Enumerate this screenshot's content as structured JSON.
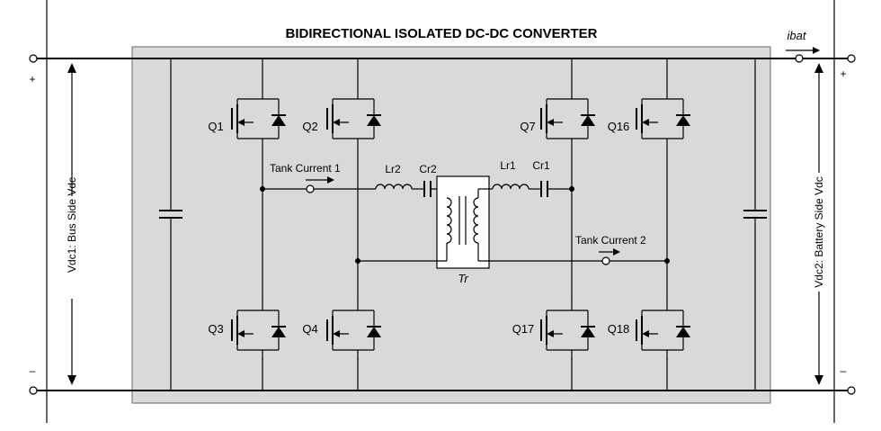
{
  "diagram": {
    "title": "BIDIRECTIONAL ISOLATED DC-DC CONVERTER",
    "left_port": {
      "plus": "+",
      "minus": "–",
      "label": "Vdc1:  Bus Side Vdc"
    },
    "right_port": {
      "plus": "+",
      "minus": "–",
      "label": "Vdc2: Battery Side Vdc",
      "current": "ibat"
    },
    "switches": {
      "q1": "Q1",
      "q2": "Q2",
      "q3": "Q3",
      "q4": "Q4",
      "q7": "Q7",
      "q16": "Q16",
      "q17": "Q17",
      "q18": "Q18"
    },
    "tank1": {
      "label": "Tank Current 1",
      "inductor": "Lr2",
      "capacitor": "Cr2"
    },
    "tank2": {
      "label": "Tank Current 2",
      "inductor": "Lr1",
      "capacitor": "Cr1"
    },
    "transformer": "Tr",
    "colors": {
      "block_fill": "#d9d9d9",
      "wire": "#000000"
    }
  }
}
